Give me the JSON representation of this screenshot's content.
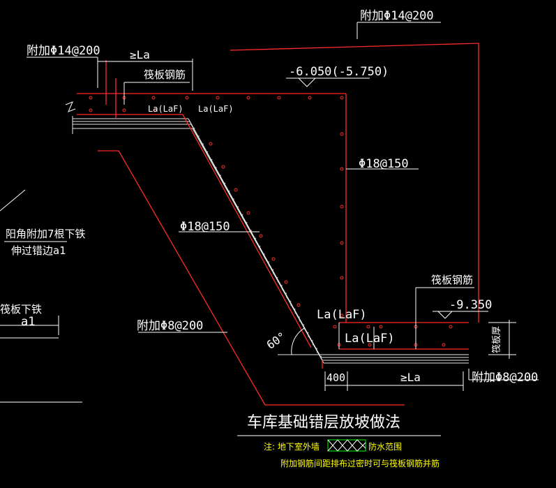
{
  "title": "车库基础错层放坡做法",
  "colors": {
    "background": "#000000",
    "rebar": "#ff3030",
    "dimension": "#ffffff",
    "concrete": "#e0e0e0",
    "note": "#ffff00",
    "legend_box": "#00ff00"
  },
  "labels": {
    "top_extra_bar_right": "附加Φ14@200",
    "top_extra_bar_left": "附加Φ14@200",
    "anchor_ge_la_top": "≥La",
    "raft_rebar_top": "筏板钢筋",
    "elev_top": "-6.050(-5.750)",
    "la_laf_a": "La(LaF)",
    "la_laf_b": "La(LaF)",
    "wall_bar": "Φ18@150",
    "slope_bar": "Φ18@150",
    "corner_bar_line1": "阳角附加7根下铁",
    "corner_bar_line2": "伸过错边a1",
    "raft_bottom_bar": "筏板下铁",
    "a1": "a1",
    "extra_bar_bottom_left": "附加Φ8@200",
    "raft_rebar_bottom": "筏板钢筋",
    "elev_bottom": "-9.350",
    "la_laf_c": "La(LaF)",
    "la_laf_d": "La(LaF)",
    "raft_thickness": "筏板厚",
    "angle": "60°",
    "dim_400": "400",
    "anchor_ge_la_bottom": "≥La",
    "extra_bar_bottom_right": "附加Φ8@200"
  },
  "legend": {
    "note_prefix": "注: 地下室外墙",
    "waterproof_range": "防水范围",
    "note_line2": "附加钢筋间距排布过密时可与筏板钢筋并筋"
  }
}
